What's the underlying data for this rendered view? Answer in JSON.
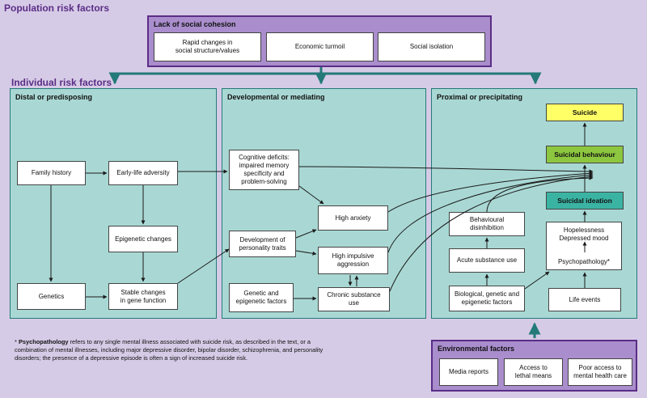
{
  "population_title": "Population risk factors",
  "individual_title": "Individual risk factors",
  "social": {
    "title": "Lack of social cohesion",
    "rapid": "Rapid changes in\nsocial structure/values",
    "economic": "Economic turmoil",
    "isolation": "Social isolation"
  },
  "distal": {
    "title": "Distal or predisposing",
    "family_history": "Family history",
    "early_life": "Early-life adversity",
    "epigenetic_changes": "Epigenetic changes",
    "genetics": "Genetics",
    "stable_changes": "Stable changes\nin gene function"
  },
  "developmental": {
    "title": "Developmental or mediating",
    "cognitive": "Cognitive deficits:\nimpaired memory\nspecificity and\nproblem-solving",
    "high_anxiety": "High anxiety",
    "personality": "Development of\npersonality traits",
    "impulsive": "High impulsive\naggression",
    "genetic_epigenetic": "Genetic and\nepigenetic factors",
    "substance_chronic": "Chronic substance use"
  },
  "proximal": {
    "title": "Proximal or precipitating",
    "suicide": "Suicide",
    "behaviour": "Suicidal behaviour",
    "ideation": "Suicidal ideation",
    "disinhibition": "Behavioural\ndisinhibition",
    "hopelessness": "Hopelessness\nDepressed mood",
    "acute": "Acute substance use",
    "psychopathology": "Psychopathology*",
    "biological": "Biological, genetic and\nepigenetic factors",
    "life_events": "Life events"
  },
  "environmental": {
    "title": "Environmental factors",
    "media": "Media reports",
    "lethal": "Access to\nlethal means",
    "mental_health": "Poor access to\nmental health care"
  },
  "footnote": {
    "bold": "Psychopathology",
    "text": " refers to any single mental illness associated with suicide risk, as described in the text, or a combination of mental illnesses, including major depressive disorder, bipolar disorder, schizophrenia, and personality disorders; the presence of a depressive episode is often a sign of increased suicide risk."
  },
  "colors": {
    "purple": "#5b2d86",
    "teal": "#237a78",
    "suicide_yellow": "#ffff66",
    "behaviour_green": "#8dc63f",
    "ideation_teal": "#3bb3a3"
  }
}
